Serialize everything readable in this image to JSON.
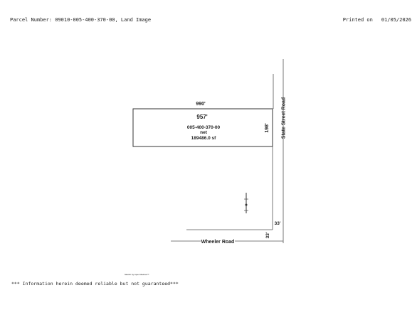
{
  "header": {
    "parcel_line": "Parcel Number: 09010-005-400-370-00, Land Image",
    "printed_label": "Printed on",
    "printed_date": "01/05/2026"
  },
  "sketch": {
    "top_dim": "990'",
    "inner_dim": "957'",
    "parcel_id": "005-400-370-00",
    "net_label": "net",
    "area": "189486.0 sf",
    "side_dim": "198'",
    "road_offset_dim": "33'",
    "bottom_offset_dim": "33'",
    "state_road": "State Street Road",
    "wheeler_road": "Wheeler Road"
  },
  "footer": {
    "credit": "Sketch by Apex Medina™",
    "disclaimer": "*** Information herein deemed reliable but not guaranteed***"
  }
}
